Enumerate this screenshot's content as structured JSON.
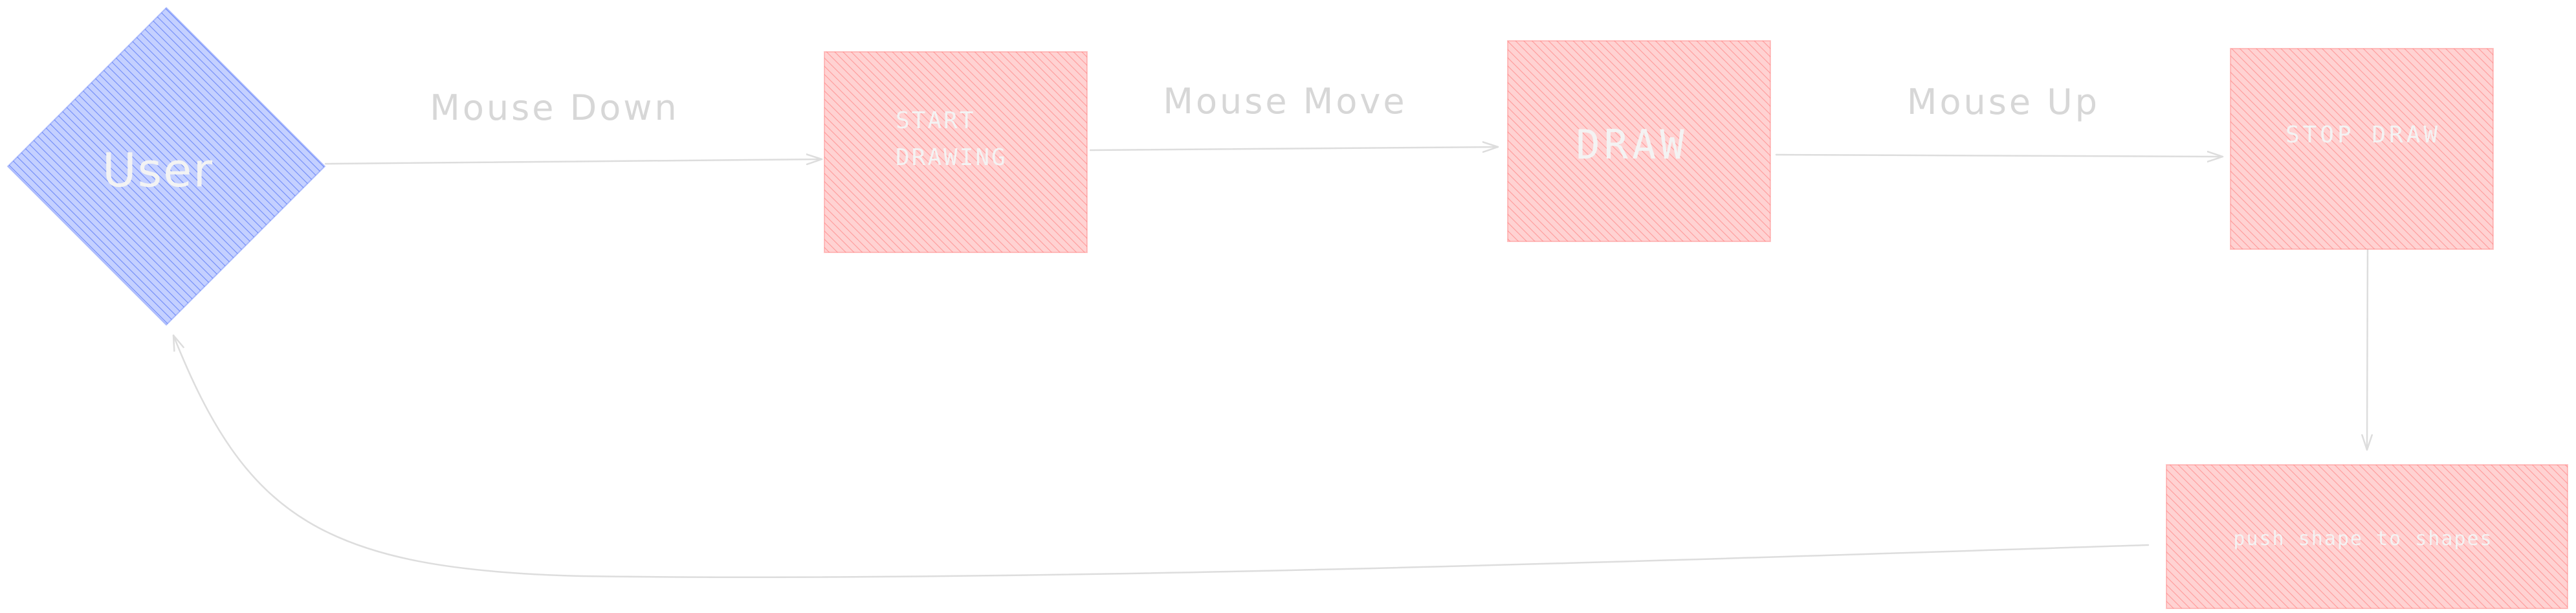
{
  "colors": {
    "decision_fill": "#c4d0ff",
    "decision_hatch": "#4c6ef5",
    "process_fill": "#ffd2d2",
    "process_hatch": "#ff6b6b",
    "node_text": "#f3f3f3",
    "edge_line": "#dddddd",
    "edge_label": "#d7d7d7"
  },
  "nodes": {
    "user": {
      "label": "User",
      "shape": "diamond"
    },
    "start_drawing": {
      "line1": "START",
      "line2": "DRAWING",
      "shape": "rectangle"
    },
    "draw": {
      "label": "DRAW",
      "shape": "rectangle"
    },
    "stop_draw": {
      "label": "STOP DRAW",
      "shape": "rectangle"
    },
    "push_shape": {
      "label": "push shape to shapes",
      "shape": "rectangle"
    }
  },
  "edges": {
    "mouse_down": {
      "label": "Mouse Down"
    },
    "mouse_move": {
      "label": "Mouse Move"
    },
    "mouse_up": {
      "label": "Mouse Up"
    }
  }
}
